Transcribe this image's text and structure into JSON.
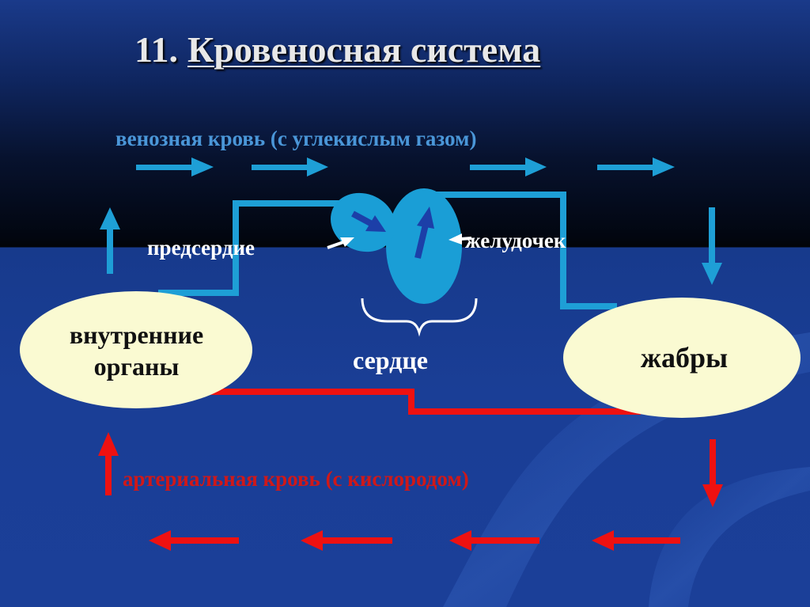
{
  "title": {
    "number": "11.",
    "text": "Кровеносная система"
  },
  "venous_label": "венозная кровь (с углекислым газом)",
  "arterial_label": "артериальная кровь (с кислородом)",
  "atrium_label": "предсердие",
  "ventricle_label": "желудочек",
  "heart_label": "сердце",
  "organs_label": {
    "line1": "внутренние",
    "line2": "органы"
  },
  "gills_label": "жабры",
  "colors": {
    "venous": "#1e9fd6",
    "arterial": "#ee1111",
    "heart": "#1a9ed6",
    "oval_fill": "#fafad2",
    "text_light": "#ffffff",
    "title": "#e8e8e8"
  }
}
